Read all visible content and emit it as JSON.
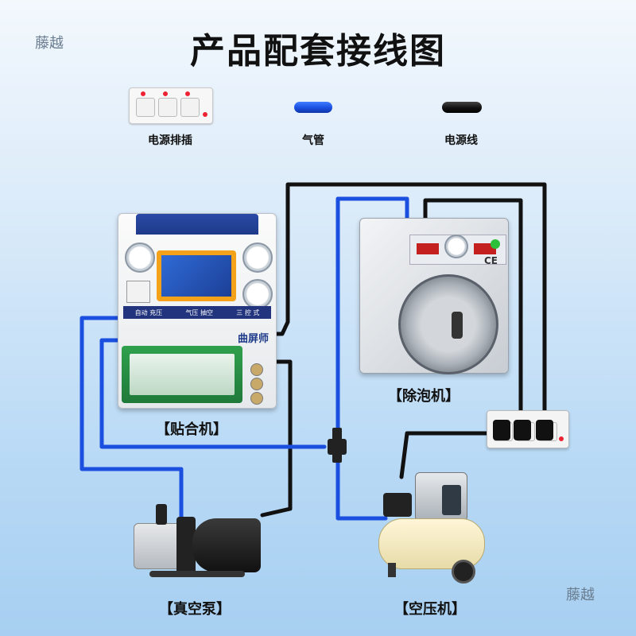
{
  "watermark_top_left": "藤越",
  "watermark_bottom_right": "藤越",
  "title": "产品配套接线图",
  "legend": {
    "power_strip": "电源排插",
    "air_pipe": "气管",
    "power_cord": "电源线"
  },
  "devices": {
    "laminator": "【贴合机】",
    "defoamer": "【除泡机】",
    "vacuum_pump": "【真空泵】",
    "air_compressor": "【空压机】"
  },
  "laminator_panel": {
    "label_a": "自动 充压",
    "label_b": "气压 抽空",
    "label_c": "三 控 式",
    "brand": "曲屏师"
  },
  "defoamer_panel": {
    "ce_mark": "CE"
  },
  "colors": {
    "air_pipe": "#1b4fe0",
    "power_cord": "#111111",
    "laminator_top": "#1e3a8a",
    "chamber": "#1f7a3a"
  }
}
